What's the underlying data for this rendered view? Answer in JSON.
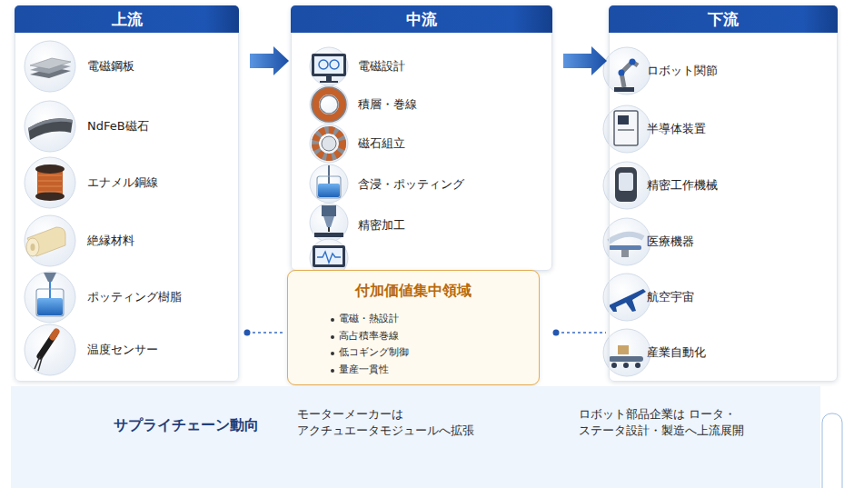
{
  "diagram": {
    "nodes": [
      {
        "text": [
          "上流"
        ]
      },
      {
        "text": [
          "電磁鋼板"
        ],
        "in": 0
      },
      {
        "text": [
          "NdFeB磁石"
        ],
        "in": 0
      },
      {
        "text": [
          "エナメル銅線"
        ],
        "in": 0
      },
      {
        "text": [
          "絶縁材料"
        ],
        "in": 0
      },
      {
        "text": [
          "ポッティング樹脂"
        ],
        "in": 0
      },
      {
        "text": [
          "温度センサー"
        ],
        "in": 0
      },
      {
        "text": [
          "中流"
        ]
      },
      {
        "text": [
          "電磁設計"
        ],
        "in": 7
      },
      {
        "text": [
          "積層・巻線"
        ],
        "in": 7
      },
      {
        "text": [
          "磁石組立"
        ],
        "in": 7
      },
      {
        "text": [
          "含浸・ポッティング"
        ],
        "in": 7
      },
      {
        "text": [
          "精密加工"
        ],
        "in": 7
      },
      {
        "text": [
          "下流"
        ]
      },
      {
        "text": [
          "ロボット関節"
        ],
        "in": 13
      },
      {
        "text": [
          "半導体装置"
        ],
        "in": 13
      },
      {
        "text": [
          "精密工作機械"
        ],
        "in": 13
      },
      {
        "text": [
          "医療機器"
        ],
        "in": 13
      },
      {
        "text": [
          "航空宇宙"
        ],
        "in": 13
      },
      {
        "text": [
          "産業自動化"
        ],
        "in": 13
      },
      {
        "text": [
          "付加価値集中領域",
          "電磁・熱設計",
          "高占積率巻線",
          "低コギング制御",
          "量産一貫性"
        ]
      },
      {
        "text": [
          "サプライチェーン動向",
          "モーターメーカーは アクチュエータモジュールへ拡張",
          "ロボット部品企業は ロータ・ステータ設計・製造へ上流展開"
        ]
      }
    ],
    "edges": [
      {
        "from": 0,
        "to": 7,
        "arrow": "to"
      },
      {
        "from": 7,
        "to": 13,
        "arrow": "to"
      },
      {
        "from": 0,
        "to": 20,
        "arrow": "none"
      },
      {
        "from": 20,
        "to": 13,
        "arrow": "none"
      }
    ]
  }
}
